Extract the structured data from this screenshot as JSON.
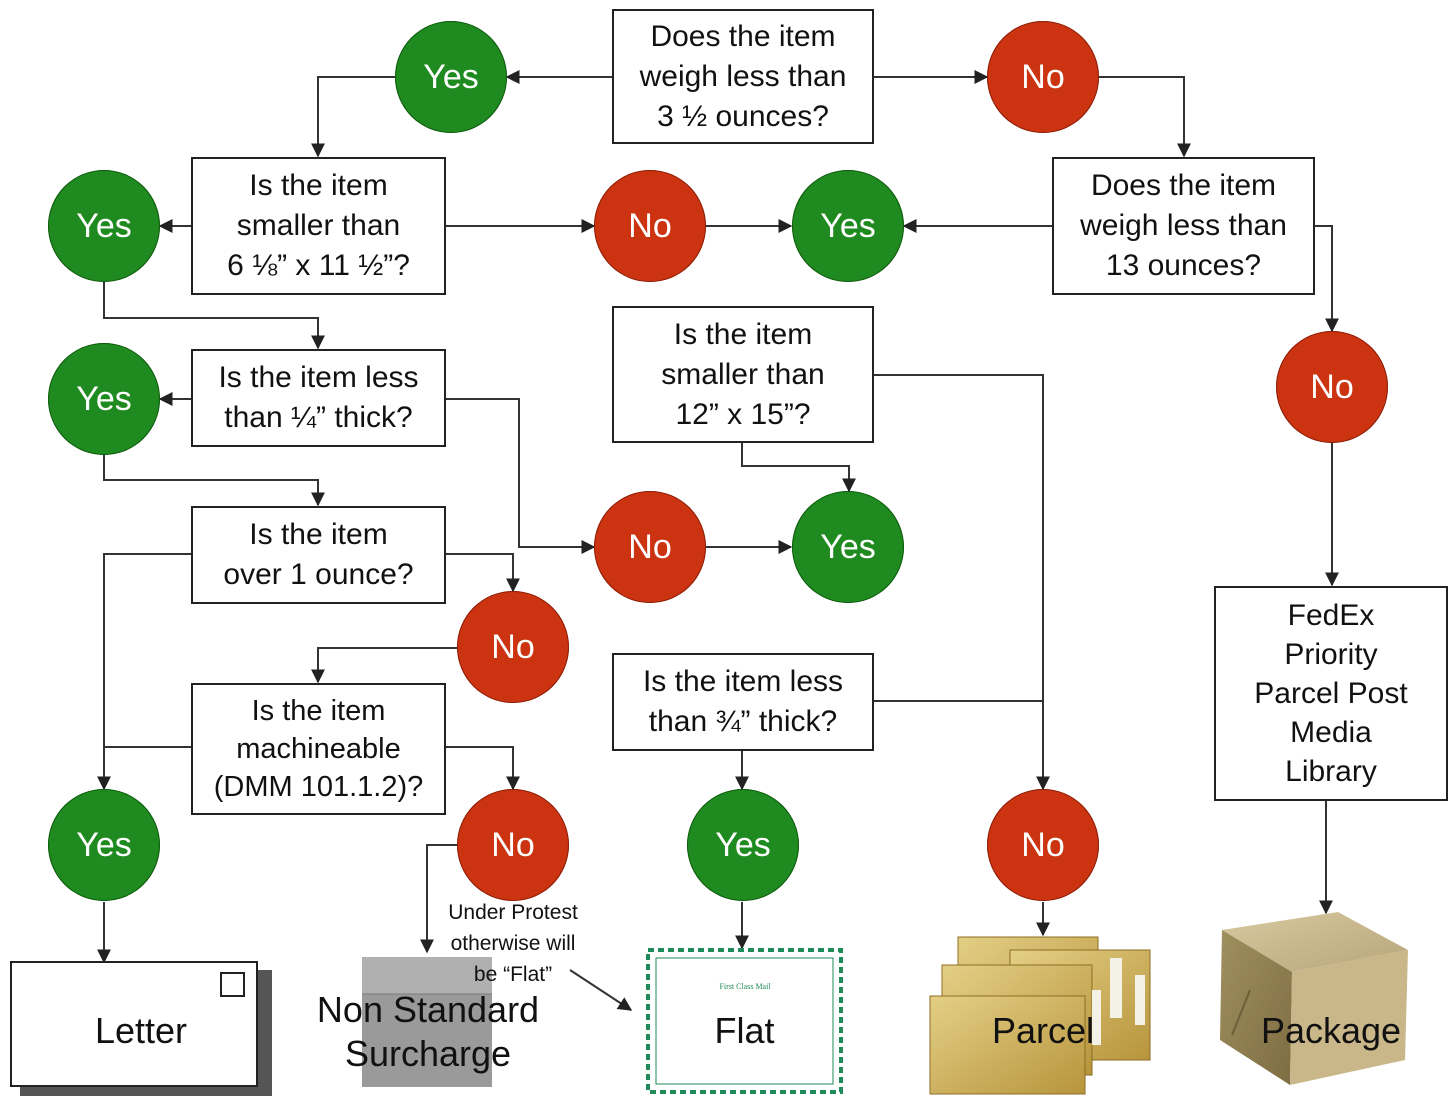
{
  "nodes": {
    "q_weight_3_5": "Does the item\nweigh less than\n3 ½ ounces?",
    "q_size_6x11": "Is the item\nsmaller than\n6 ⅛” x 11 ½”?",
    "q_weight_13": "Does the item\nweigh less than\n13 ounces?",
    "q_thick_quarter": "Is the item less\nthan ¼” thick?",
    "q_size_12x15": "Is the item\nsmaller than\n12” x 15”?",
    "q_over_1oz": "Is the item\nover 1 ounce?",
    "q_thick_three_quarter": "Is the item less\nthan ¾” thick?",
    "q_machineable": "Is the item\nmachineable\n(DMM 101.1.2)?",
    "fedex_box": "FedEx\nPriority\nParcel Post\nMedia\nLibrary"
  },
  "answers": {
    "yes": "Yes",
    "no": "No"
  },
  "outcomes": {
    "letter": "Letter",
    "non_standard": "Non Standard\nSurcharge",
    "flat": "Flat",
    "flat_stamp": "First Class Mail",
    "parcel": "Parcel",
    "package": "Package"
  },
  "annotation": "Under Protest\notherwise will\nbe “Flat”",
  "colors": {
    "yes": "#1f8a1f",
    "no": "#cc3311",
    "line": "#333333"
  }
}
